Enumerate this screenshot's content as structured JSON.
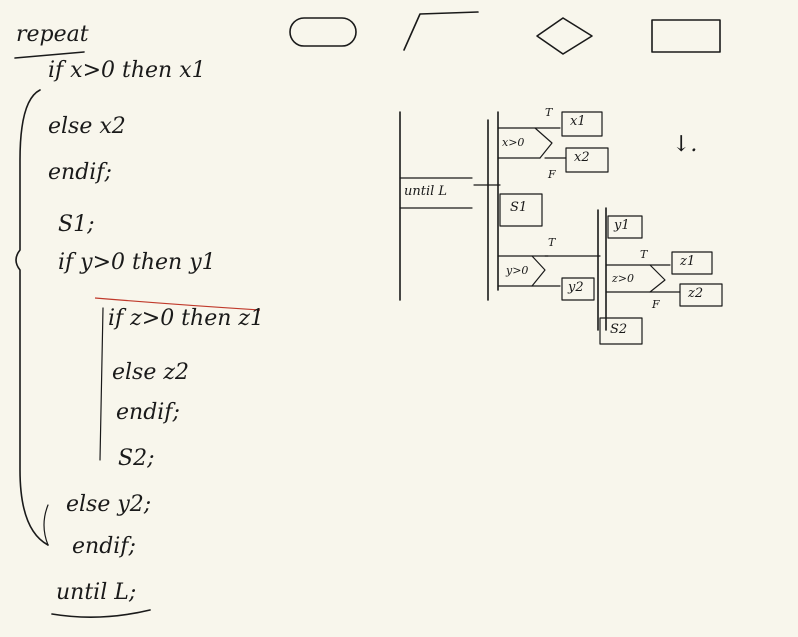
{
  "pseudocode": {
    "repeat": "repeat",
    "if_x": "if x>0 then x1",
    "else_x": "else x2",
    "endif_1": "endif;",
    "s1": "S1;",
    "if_y": "if y>0 then y1",
    "if_z": "if z>0 then z1",
    "else_z": "else z2",
    "endif_2": "endif;",
    "s2": "S2;",
    "else_y": "else y2;",
    "endif_3": "endif;",
    "until": "until L;"
  },
  "diagram": {
    "until_label": "until L",
    "cond_x": "x>0",
    "box_x1": "x1",
    "box_x2": "x2",
    "box_s1": "S1",
    "cond_y": "y>0",
    "box_y1": "y1",
    "box_y2": "y2",
    "cond_z": "z>0",
    "box_z1": "z1",
    "box_z2": "z2",
    "box_s2": "S2",
    "t_label": "T",
    "f_label": "F",
    "arrow": "↓."
  }
}
